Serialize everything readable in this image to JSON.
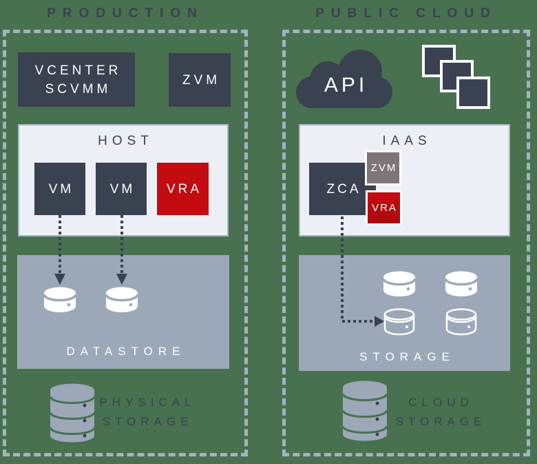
{
  "colors": {
    "background_green": "#47714F",
    "navy": "#3A4150",
    "red": "#C40B10",
    "red_dark": "#A80B0E",
    "panel_light": "#EDEFF6",
    "panel_border": "#A9B6C6",
    "storage_gray": "#9CA8B8",
    "dash_gray": "#A4B3C3",
    "zvm_gray": "#7E7578",
    "white": "#FFFFFF"
  },
  "production": {
    "title": "PRODUCTION",
    "vcenter_box": {
      "line1": "VCENTER",
      "line2": "SCVMM"
    },
    "zvm_label": "ZVM",
    "host": {
      "title": "HOST",
      "vm1": "VM",
      "vm2": "VM",
      "vra": "VRA"
    },
    "datastore_label": "DATASTORE",
    "physical_storage": {
      "line1": "PHYSICAL",
      "line2": "STORAGE"
    }
  },
  "public_cloud": {
    "title": "PUBLIC CLOUD",
    "api_label": "API",
    "iaas": {
      "title": "IAAS",
      "zca": "ZCA",
      "zvm": "ZVM",
      "vra": "VRA"
    },
    "storage_label": "STORAGE",
    "cloud_storage": {
      "line1": "CLOUD",
      "line2": "STORAGE"
    }
  },
  "icons": {
    "api_cloud": "cloud-icon",
    "vm_stack": "stacked-squares-icon",
    "datastore_disk": "disk-icon",
    "database": "database-icon"
  }
}
